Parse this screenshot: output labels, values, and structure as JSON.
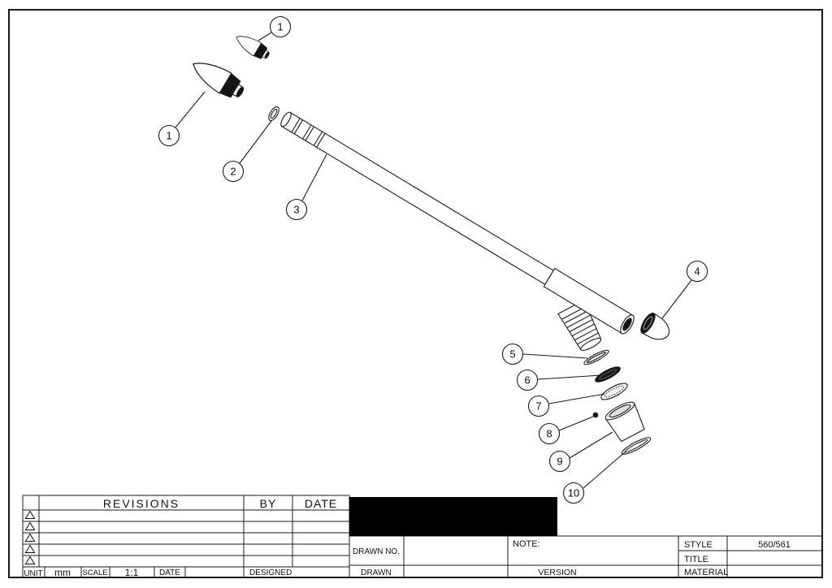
{
  "drawing": {
    "balloons": [
      {
        "label": "1"
      },
      {
        "label": "1"
      },
      {
        "label": "2"
      },
      {
        "label": "3"
      },
      {
        "label": "4"
      },
      {
        "label": "5"
      },
      {
        "label": "6"
      },
      {
        "label": "7"
      },
      {
        "label": "8"
      },
      {
        "label": "9"
      },
      {
        "label": "10"
      }
    ]
  },
  "title_block": {
    "revisions_header": "REVISIONS",
    "by_header": "BY",
    "date_header": "DATE",
    "revision_marker_count": 5,
    "unit_label": "UNIT",
    "unit_value": "mm",
    "scale_label": "SCALE",
    "scale_value": "1:1",
    "date_label": "DATE",
    "designed_label": "DESIGNED",
    "drawn_no_label": "DRAWN NO.",
    "drawn_label": "DRAWN",
    "note_label": "NOTE:",
    "version_label": "VERSION",
    "style_label": "STYLE",
    "style_value": "560/561",
    "title_label": "TITLE",
    "material_label": "MATERIAL"
  },
  "icons": {
    "revision_marker": "warning-triangle",
    "balloon": "circle-callout"
  },
  "colors": {
    "line": "#1a1a1a",
    "dark_fill": "#141414",
    "redaction": "#000000",
    "paper": "#ffffff"
  }
}
